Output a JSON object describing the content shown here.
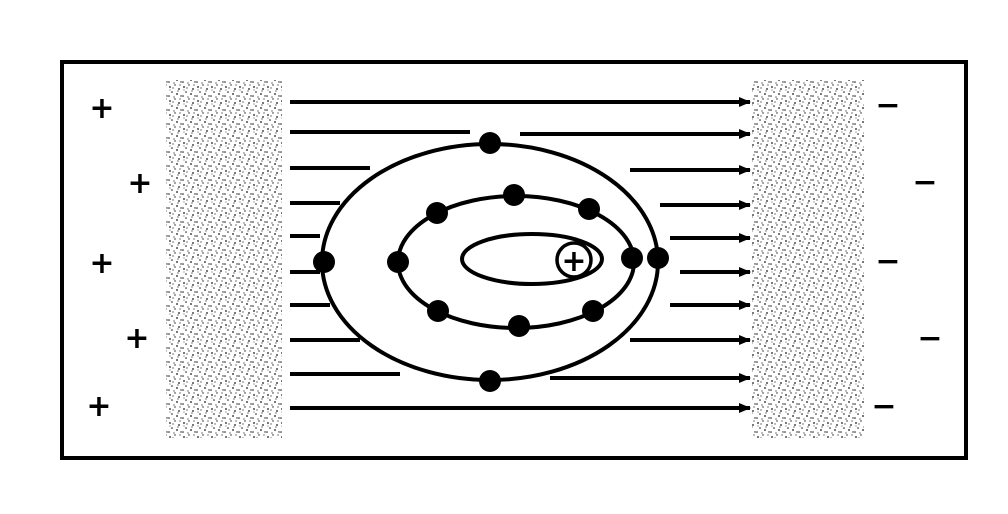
{
  "diagram": {
    "positive_plate_signs": [
      "+",
      "+",
      "+",
      "+",
      "+"
    ],
    "negative_plate_signs": [
      "−",
      "−",
      "−",
      "−",
      "−"
    ],
    "nucleus_symbol": "+",
    "colors": {
      "ink": "#000000",
      "background": "#ffffff",
      "plate_stipple": "#1a1a1a"
    },
    "electron_count_outer_shell": 4,
    "electron_count_inner_shell": 8,
    "field_line_count": 10
  }
}
